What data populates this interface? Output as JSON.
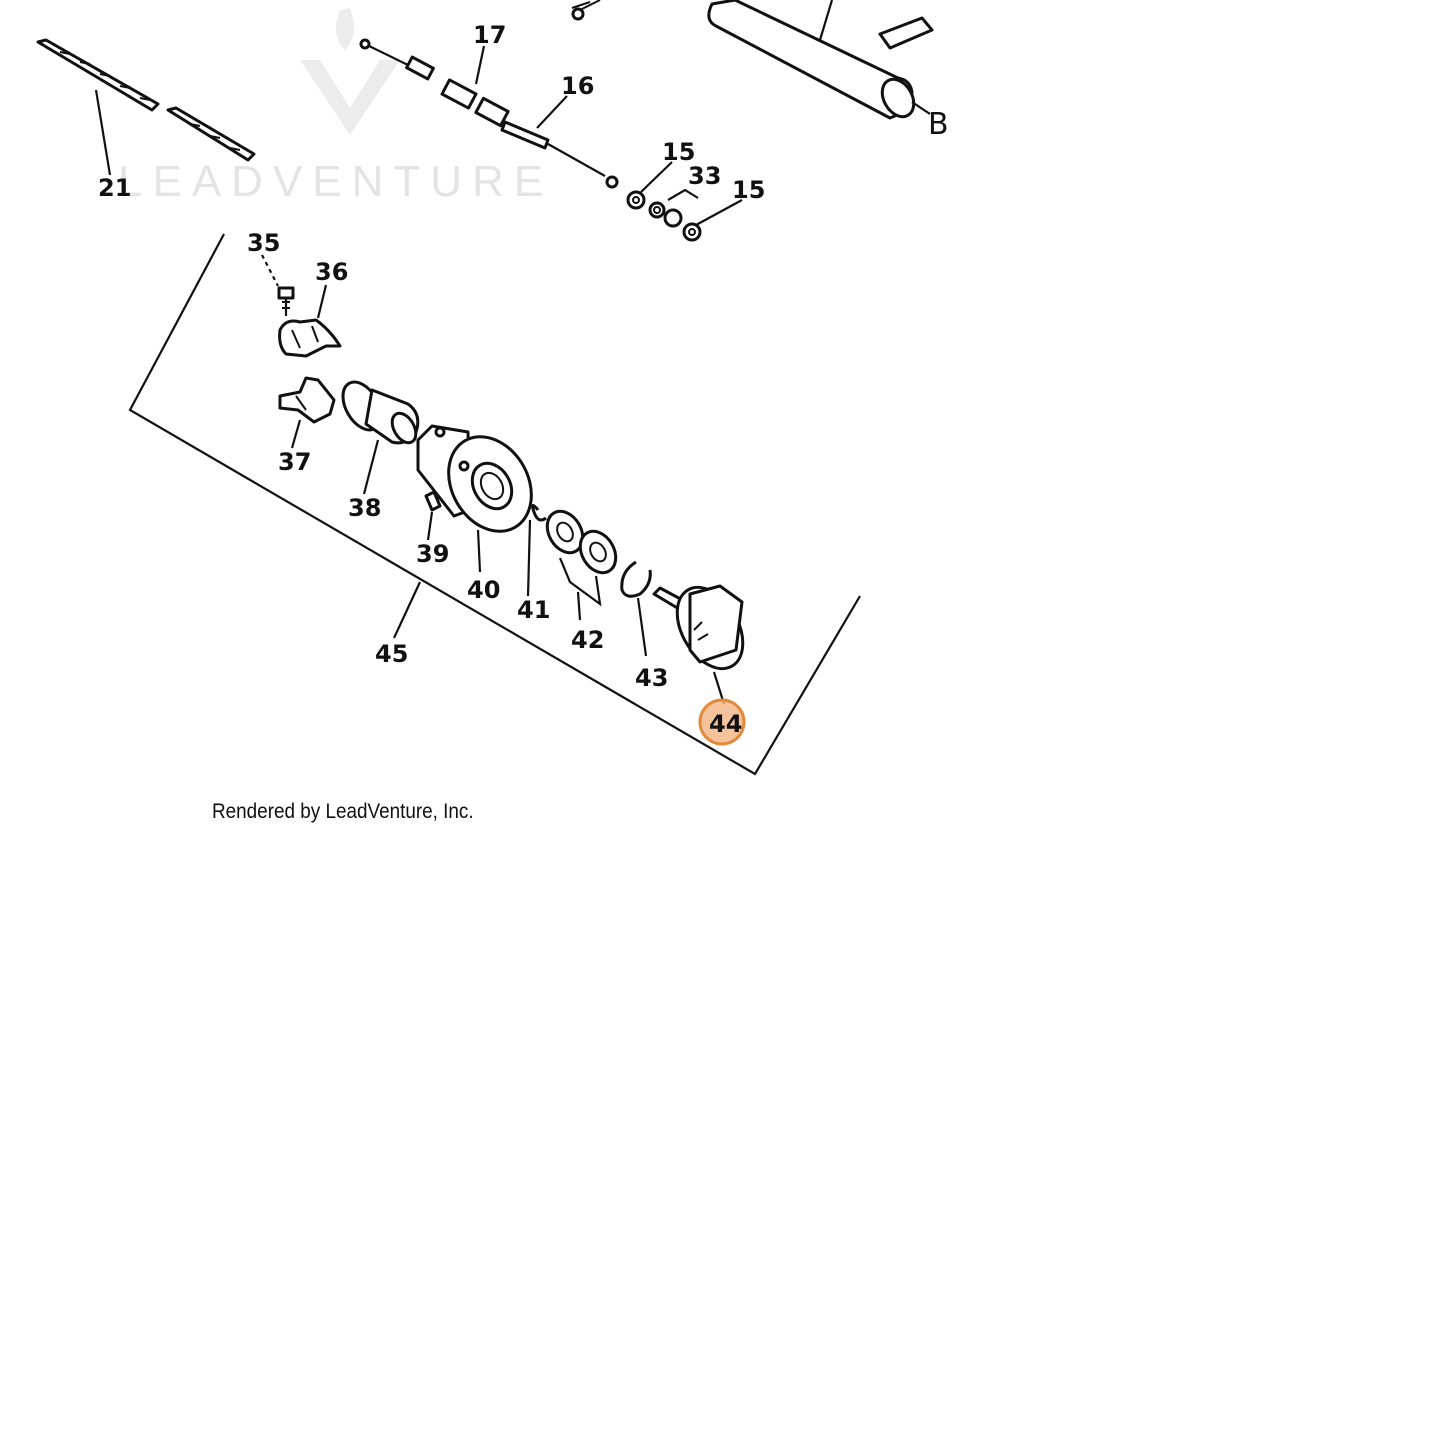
{
  "watermark": {
    "text": "LEADVENTURE"
  },
  "credit": "Rendered by LeadVenture, Inc.",
  "callouts": {
    "c15a": "15",
    "c15b": "15",
    "c16": "16",
    "c17": "17",
    "c21": "21",
    "c33": "33",
    "c35": "35",
    "c36": "36",
    "c37": "37",
    "c38": "38",
    "c39": "39",
    "c40": "40",
    "c41": "41",
    "c42": "42",
    "c43": "43",
    "c44": "44",
    "c45": "45",
    "cB": "B"
  },
  "highlighted_callout": "44",
  "colors": {
    "highlight_fill": "#f3b98a",
    "highlight_stroke": "#e08a3c",
    "line": "#111111"
  }
}
